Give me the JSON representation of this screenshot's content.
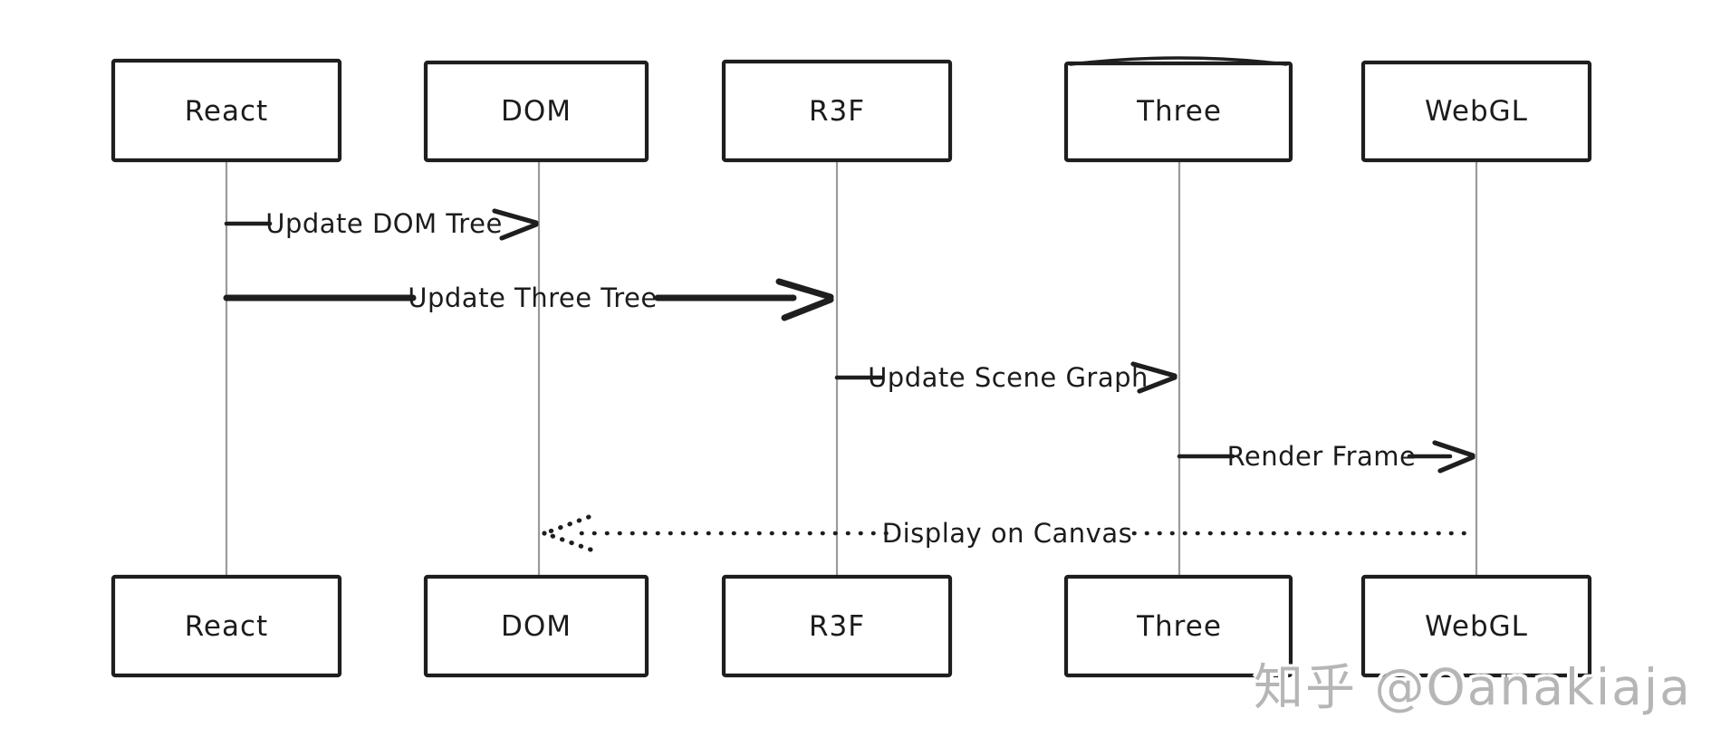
{
  "diagram": {
    "type": "sequence-diagram",
    "actors": [
      {
        "name": "React"
      },
      {
        "name": "DOM"
      },
      {
        "name": "R3F"
      },
      {
        "name": "Three"
      },
      {
        "name": "WebGL"
      }
    ],
    "messages": [
      {
        "label": "Update DOM Tree",
        "from": "React",
        "to": "DOM",
        "line": "solid"
      },
      {
        "label": "Update Three Tree",
        "from": "React",
        "to": "R3F",
        "line": "solid-bold"
      },
      {
        "label": "Update Scene Graph",
        "from": "R3F",
        "to": "Three",
        "line": "solid"
      },
      {
        "label": "Render Frame",
        "from": "Three",
        "to": "WebGL",
        "line": "solid"
      },
      {
        "label": "Display on Canvas",
        "from": "WebGL",
        "to": "DOM",
        "line": "dotted"
      }
    ],
    "watermark": {
      "text": "知乎 @Oanakiaja",
      "color": "#b6b6b6"
    },
    "colors": {
      "stroke": "#1e1e1e",
      "lifeline": "#9b9b9b",
      "background": "#ffffff",
      "watermark": "#b6b6b6"
    }
  }
}
